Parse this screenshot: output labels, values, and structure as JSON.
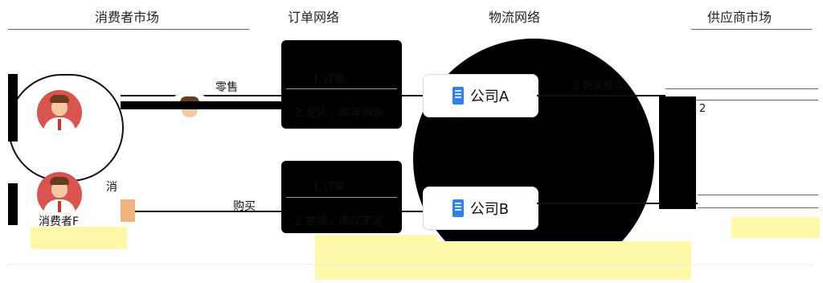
{
  "headers": {
    "consumer_market": "消费者市场",
    "order_network": "订单网络",
    "logistics_network": "物流网络",
    "supplier_market": "供应商市场"
  },
  "left": {
    "top_label": "零售",
    "consumer_f": "消费者F",
    "middle_char": "消",
    "bottom_label": "购买"
  },
  "order_flow": {
    "top_order": "1.订单",
    "top_ship": "2.发货，库存剩余",
    "bottom_order": "1.订单",
    "bottom_ship": "2.发货，库存不足"
  },
  "logistics": {
    "company_a": "公司A",
    "company_b": "公司B"
  },
  "right": {
    "remaining_stock": "3.剩余库存",
    "small_marker": "2"
  },
  "colors": {
    "accent_blue": "#2f80ed",
    "highlight_yellow": "#fff8a8"
  }
}
